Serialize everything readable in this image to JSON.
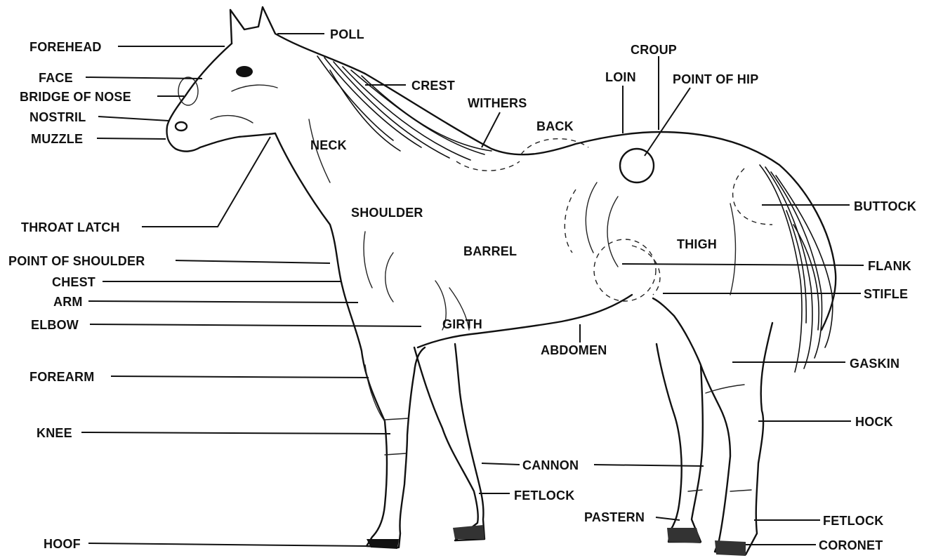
{
  "labels": {
    "forehead": "FOREHEAD",
    "face": "FACE",
    "bridge_of_nose": "BRIDGE OF NOSE",
    "nostril": "NOSTRIL",
    "muzzle": "MUZZLE",
    "throat_latch": "THROAT LATCH",
    "point_of_shoulder": "POINT OF SHOULDER",
    "chest_front": "CHEST",
    "arm": "ARM",
    "elbow": "ELBOW",
    "forearm": "FOREARM",
    "knee": "KNEE",
    "hoof": "HOOF",
    "poll": "POLL",
    "crest": "CREST",
    "withers": "WITHERS",
    "neck": "NECK",
    "shoulder": "SHOULDER",
    "barrel": "BARREL",
    "girth": "GIRTH",
    "abdomen": "ABDOMEN",
    "back": "BACK",
    "loin": "LOIN",
    "croup": "CROUP",
    "point_of_hip": "POINT OF HIP",
    "thigh": "THIGH",
    "buttock": "BUTTOCK",
    "flank": "FLANK",
    "stifle": "STIFLE",
    "gaskin": "GASKIN",
    "hock": "HOCK",
    "cannon": "CANNON",
    "fetlock_front": "FETLOCK",
    "pastern": "PASTERN",
    "fetlock_rear": "FETLOCK",
    "coronet": "CORONET"
  }
}
